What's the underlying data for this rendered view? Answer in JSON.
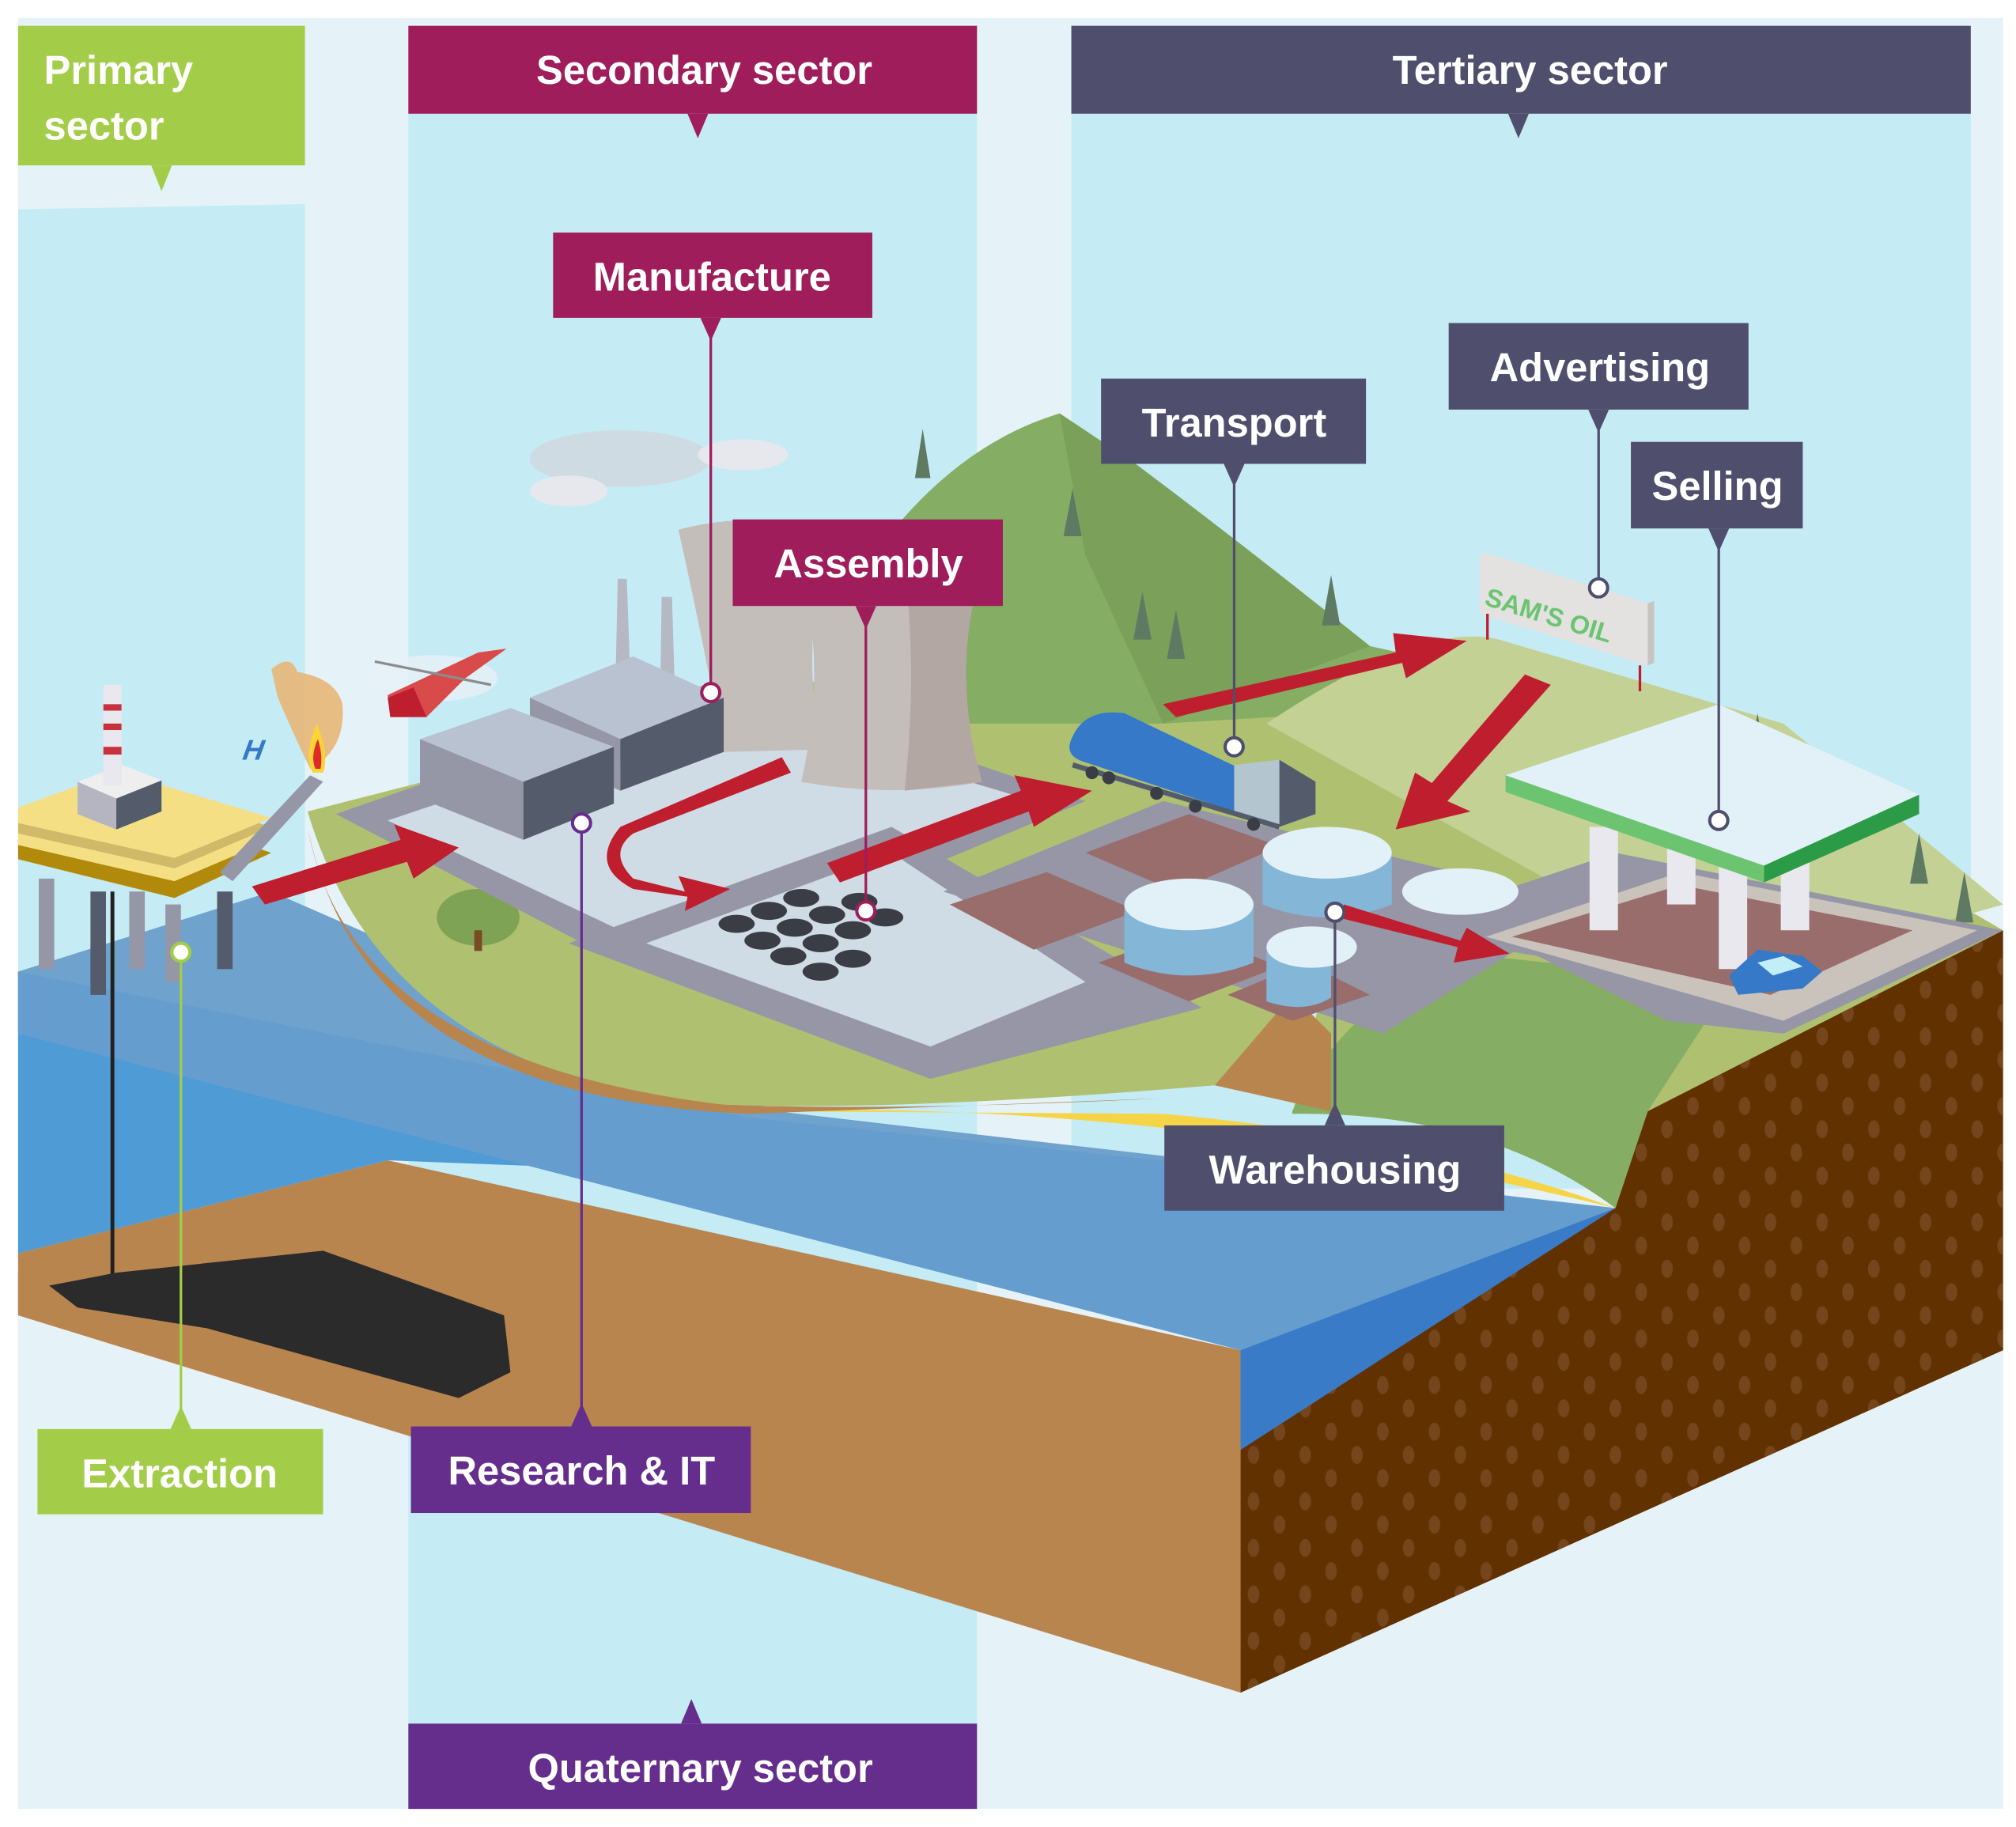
{
  "diagram": {
    "title": "Economic sectors: oil industry chain",
    "sectors": {
      "primary": {
        "label_line1": "Primary",
        "label_line2": "sector",
        "color": "#a3cd48"
      },
      "secondary": {
        "label": "Secondary sector",
        "color": "#9e1d5a"
      },
      "tertiary": {
        "label": "Tertiary sector",
        "color": "#4f4f6d"
      },
      "quaternary": {
        "label": "Quaternary sector",
        "color": "#652d8c"
      }
    },
    "callouts": {
      "extraction": "Extraction",
      "manufacture": "Manufacture",
      "assembly": "Assembly",
      "research": "Research & IT",
      "transport": "Transport",
      "warehousing": "Warehousing",
      "advertising": "Advertising",
      "selling": "Selling"
    },
    "sign_text": "SAM'S OIL",
    "icons": {
      "oil_rig": "oil-rig-icon",
      "gas_flare": "gas-flare-icon",
      "helicopter": "helicopter-icon",
      "factory": "factory-icon",
      "cooling_towers": "cooling-tower-icon",
      "oil_barrels": "oil-barrels-icon",
      "tanker_truck": "tanker-truck-icon",
      "storage_tanks": "storage-tank-icon",
      "billboard": "billboard-icon",
      "petrol_station": "petrol-station-icon",
      "car": "car-icon",
      "oil_reservoir": "oil-reservoir-icon"
    },
    "colors": {
      "flow_arrow": "#be1e2d",
      "sky_panel": "#c5ebf5",
      "background_panel": "#e5f3f9",
      "soil": "#b9854f",
      "bedrock": "#623100",
      "sea": "#4e9bd6"
    }
  }
}
